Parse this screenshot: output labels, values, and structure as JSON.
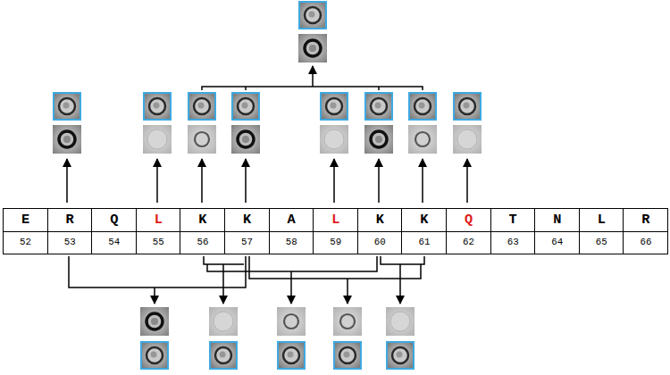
{
  "diagram": {
    "nodes": [
      {
        "text": [
          "E",
          "52"
        ]
      },
      {
        "text": [
          "R",
          "53"
        ]
      },
      {
        "text": [
          "Q",
          "54"
        ]
      },
      {
        "text": [
          "L",
          "55"
        ]
      },
      {
        "text": [
          "K",
          "56"
        ]
      },
      {
        "text": [
          "K",
          "57"
        ]
      },
      {
        "text": [
          "A",
          "58"
        ]
      },
      {
        "text": [
          "L",
          "59"
        ]
      },
      {
        "text": [
          "K",
          "60"
        ]
      },
      {
        "text": [
          "K",
          "61"
        ]
      },
      {
        "text": [
          "Q",
          "62"
        ]
      },
      {
        "text": [
          "T",
          "63"
        ]
      },
      {
        "text": [
          "N",
          "64"
        ]
      },
      {
        "text": [
          "L",
          "65"
        ]
      },
      {
        "text": [
          "R",
          "66"
        ]
      }
    ]
  }
}
